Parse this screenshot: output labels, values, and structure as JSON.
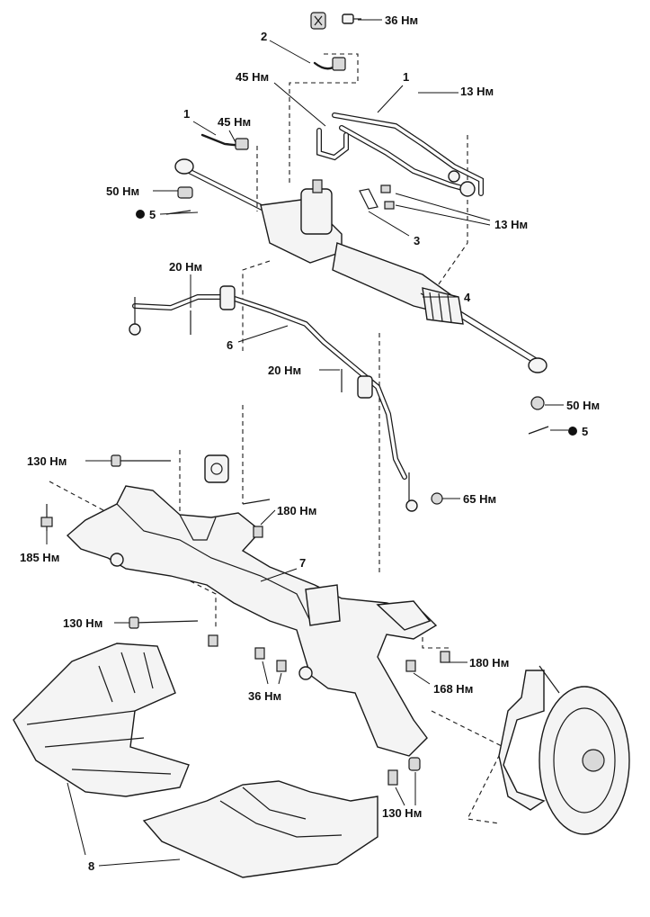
{
  "torque_labels": {
    "t36_top": "36 Нм",
    "t45_mid": "45 Нм",
    "t45_left": "45 Нм",
    "t13_top": "13 Нм",
    "t13_right": "13 Нм",
    "t50_left": "50 Нм",
    "t20_left": "20 Нм",
    "t20_mid": "20 Нм",
    "t50_right": "50 Нм",
    "t65": "65 Нм",
    "t130_top": "130 Нм",
    "t180_mid": "180 Нм",
    "t185": "185 Нм",
    "t130_mid": "130 Нм",
    "t36_bottom": "36 Нм",
    "t180_right": "180 Нм",
    "t168": "168 Нм",
    "t130_bottom": "130 Нм"
  },
  "part_numbers": {
    "p1_left": "1",
    "p1_top": "1",
    "p2": "2",
    "p3": "3",
    "p4": "4",
    "p5_left": "5",
    "p5_right": "5",
    "p6": "6",
    "p7": "7",
    "p8": "8"
  }
}
